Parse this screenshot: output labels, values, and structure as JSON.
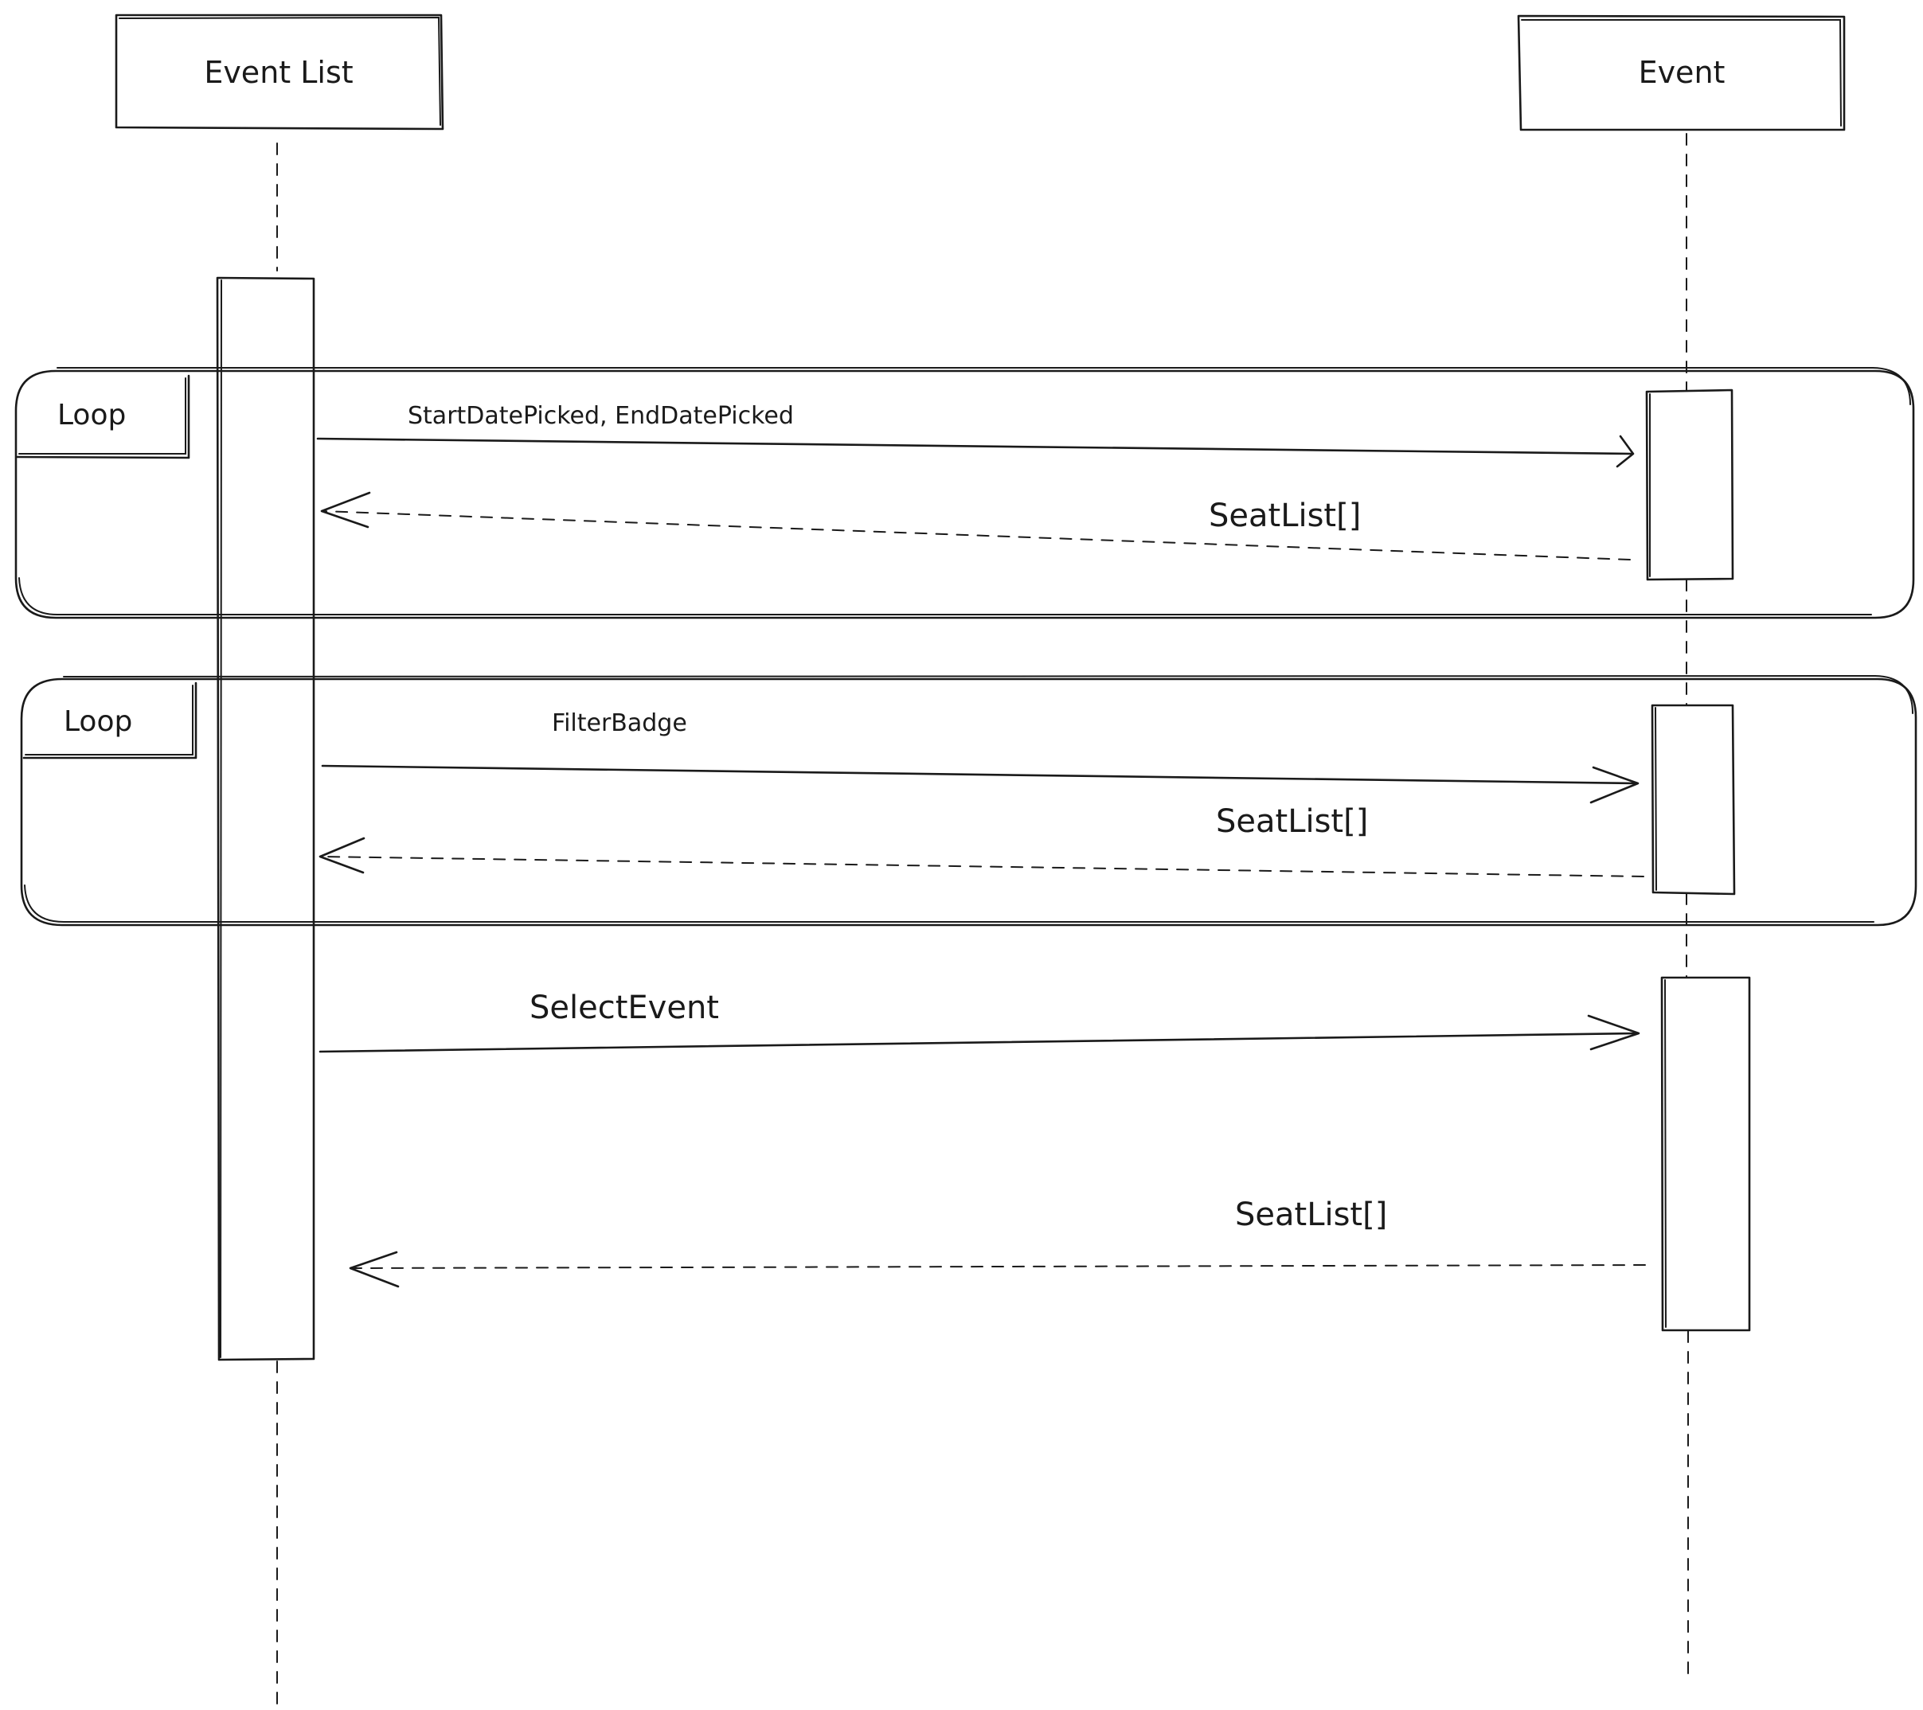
{
  "participants": {
    "left": "Event List",
    "right": "Event"
  },
  "fragments": {
    "loop1": "Loop",
    "loop2": "Loop"
  },
  "messages": {
    "m1": "StartDatePicked, EndDatePicked",
    "m2": "SeatList[]",
    "m3": "FilterBadge",
    "m4": "SeatList[]",
    "m5": "SelectEvent",
    "m6": "SeatList[]"
  }
}
